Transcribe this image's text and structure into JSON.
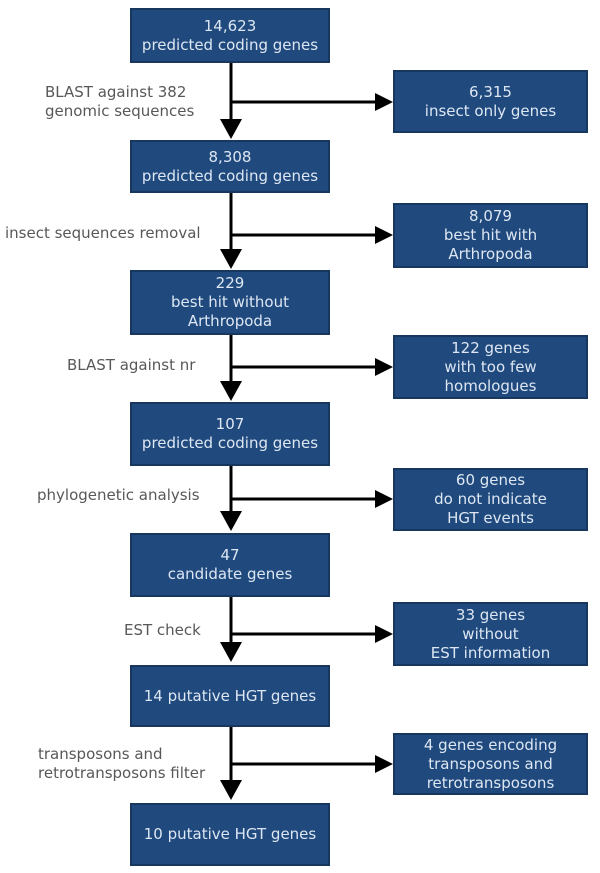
{
  "colors": {
    "box_fill": "#20497d",
    "box_border": "#17375e",
    "box_text": "#dde7f3",
    "label_text": "#58585a",
    "arrow": "#000000"
  },
  "flow": {
    "main_boxes": [
      {
        "lines": [
          "14,623",
          "predicted coding genes"
        ]
      },
      {
        "lines": [
          "8,308",
          "predicted coding genes"
        ]
      },
      {
        "lines": [
          "229",
          "best hit without",
          "Arthropoda"
        ]
      },
      {
        "lines": [
          "107",
          "predicted coding genes"
        ]
      },
      {
        "lines": [
          "47",
          "candidate genes"
        ]
      },
      {
        "lines": [
          "14 putative HGT genes"
        ]
      },
      {
        "lines": [
          "10 putative HGT genes"
        ]
      }
    ],
    "side_boxes": [
      {
        "lines": [
          "6,315",
          "insect only genes"
        ]
      },
      {
        "lines": [
          "8,079",
          "best hit with",
          "Arthropoda"
        ]
      },
      {
        "lines": [
          "122 genes",
          "with too few",
          "homologues"
        ]
      },
      {
        "lines": [
          "60 genes",
          "do not indicate",
          "HGT events"
        ]
      },
      {
        "lines": [
          "33 genes",
          "without",
          "EST information"
        ]
      },
      {
        "lines": [
          "4 genes encoding",
          "transposons and",
          "retrotransposons"
        ]
      }
    ],
    "step_labels": [
      {
        "lines": [
          "BLAST against 382",
          "genomic sequences"
        ]
      },
      {
        "lines": [
          "insect sequences removal"
        ]
      },
      {
        "lines": [
          "BLAST against nr"
        ]
      },
      {
        "lines": [
          "phylogenetic analysis"
        ]
      },
      {
        "lines": [
          "EST check"
        ]
      },
      {
        "lines": [
          "transposons and",
          "retrotransposons filter"
        ]
      }
    ]
  }
}
